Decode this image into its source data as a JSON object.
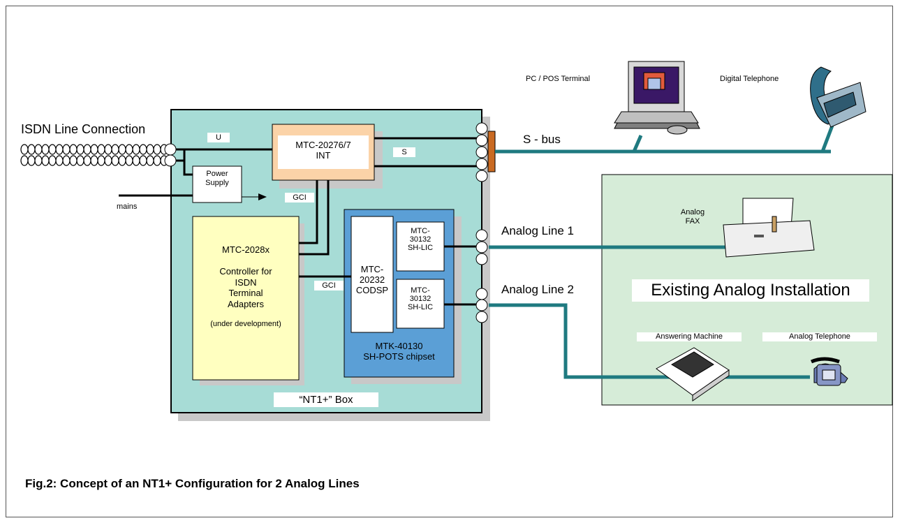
{
  "caption": "Fig.2: Concept of an NT1+ Configuration for 2 Analog Lines",
  "isdn_line_label": "ISDN Line Connection",
  "mains_label": "mains",
  "power_supply_label": "Power\nSupply",
  "u_label": "U",
  "s_label": "S",
  "gci_label_top": "GCI",
  "gci_label_bottom": "GCI",
  "int_chip_label": "MTC-20276/7\nINT",
  "controller_label": "MTC-2028x\n\nController for\nISDN\nTerminal\nAdapters",
  "controller_note": "(under development)",
  "codsp_label": "MTC-\n20232\nCODSP",
  "lic1_label": "MTC-\n30132\nSH-LIC",
  "lic2_label": "MTC-\n30132\nSH-LIC",
  "chipset_label": "MTK-40130\nSH-POTS chipset",
  "box_label": "“NT1+” Box",
  "s_bus_label": "S - bus",
  "analog_line1_label": "Analog Line 1",
  "analog_line2_label": "Analog Line 2",
  "pc_label": "PC / POS Terminal",
  "digital_phone_label": "Digital Telephone",
  "fax_label": "Analog\nFAX",
  "existing_label": "Existing Analog Installation",
  "answering_label": "Answering Machine",
  "analog_phone_label": "Analog Telephone",
  "colors": {
    "nt1_box": "#a7dcd6",
    "int_chip": "#fbd3a8",
    "controller": "#ffffc0",
    "chipset": "#5b9fd6",
    "installation": "#d6ecd8",
    "teal_line": "#1f7a80",
    "connector": "#c96a22"
  }
}
